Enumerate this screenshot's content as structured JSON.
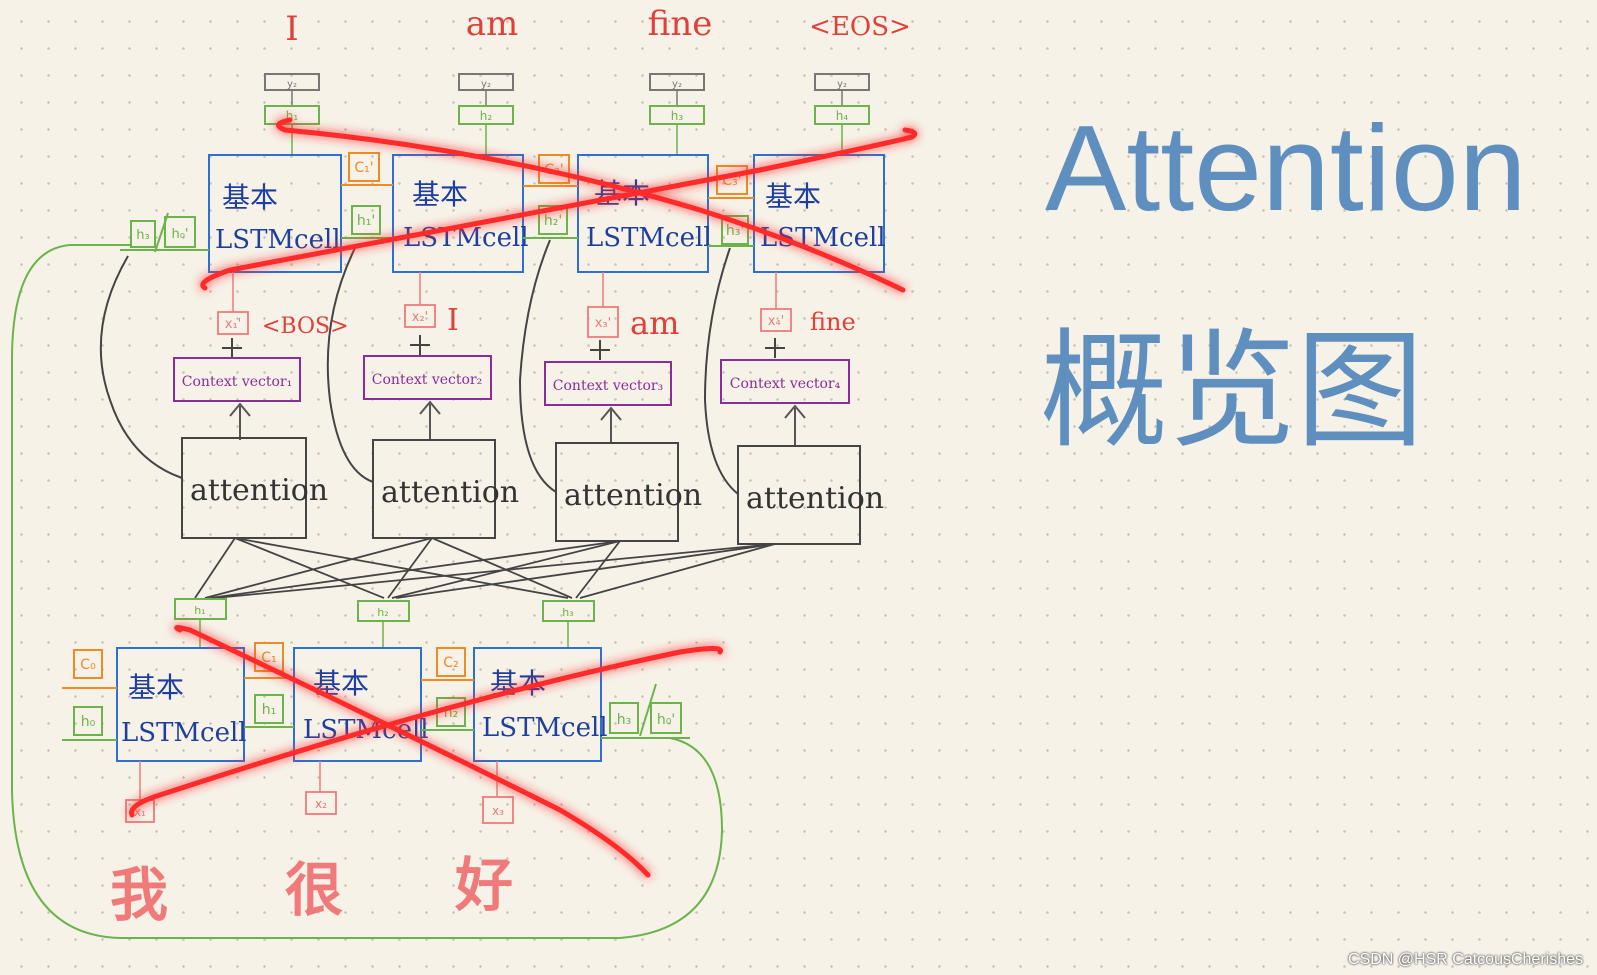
{
  "outputs": [
    "I",
    "am",
    "fine",
    "<EOS>"
  ],
  "output_y_label": "y₂",
  "decoder_hidden": [
    "h₁",
    "h₂",
    "h₃",
    "h₄"
  ],
  "lstm_label_line1": "基本",
  "lstm_label_line2": "LSTMcell",
  "decoder_c": [
    "C₁'",
    "C₂'",
    "C₃'"
  ],
  "decoder_h_prime": [
    "h₁'",
    "h₂'",
    "h₃'"
  ],
  "decoder_init": {
    "h3": "h₃",
    "h0p": "h₀'"
  },
  "decoder_inputs": {
    "x": [
      "x₁'",
      "x₂'",
      "x₃'",
      "x₄'"
    ],
    "tokens": [
      "<BOS>",
      "I",
      "am",
      "fine"
    ]
  },
  "context_vectors": [
    "Context vector₁",
    "Context vector₂",
    "Context vector₃",
    "Context vector₄"
  ],
  "attention_label": "attention",
  "encoder_hidden": [
    "h₁",
    "h₂",
    "h₃"
  ],
  "encoder_c": [
    "C₀",
    "C₁",
    "C₂"
  ],
  "encoder_h": [
    "h₀",
    "h₁",
    "h₂"
  ],
  "encoder_end": {
    "h3": "h₃",
    "h0p": "h₀'"
  },
  "encoder_x": [
    "x₁",
    "x₂",
    "x₃"
  ],
  "encoder_words": [
    "我",
    "很",
    "好"
  ],
  "title_line1": "Attention",
  "title_line2": "概览图",
  "watermark": "CSDN @HSR CatcousCherishes",
  "colors": {
    "blue_box": "#2e6fd3",
    "green": "#6bb34a",
    "orange": "#f08a24",
    "purple": "#8a2c9a",
    "pink": "#f07a7a",
    "red_cross": "#ff2a2a",
    "title": "#5f8fbf"
  }
}
